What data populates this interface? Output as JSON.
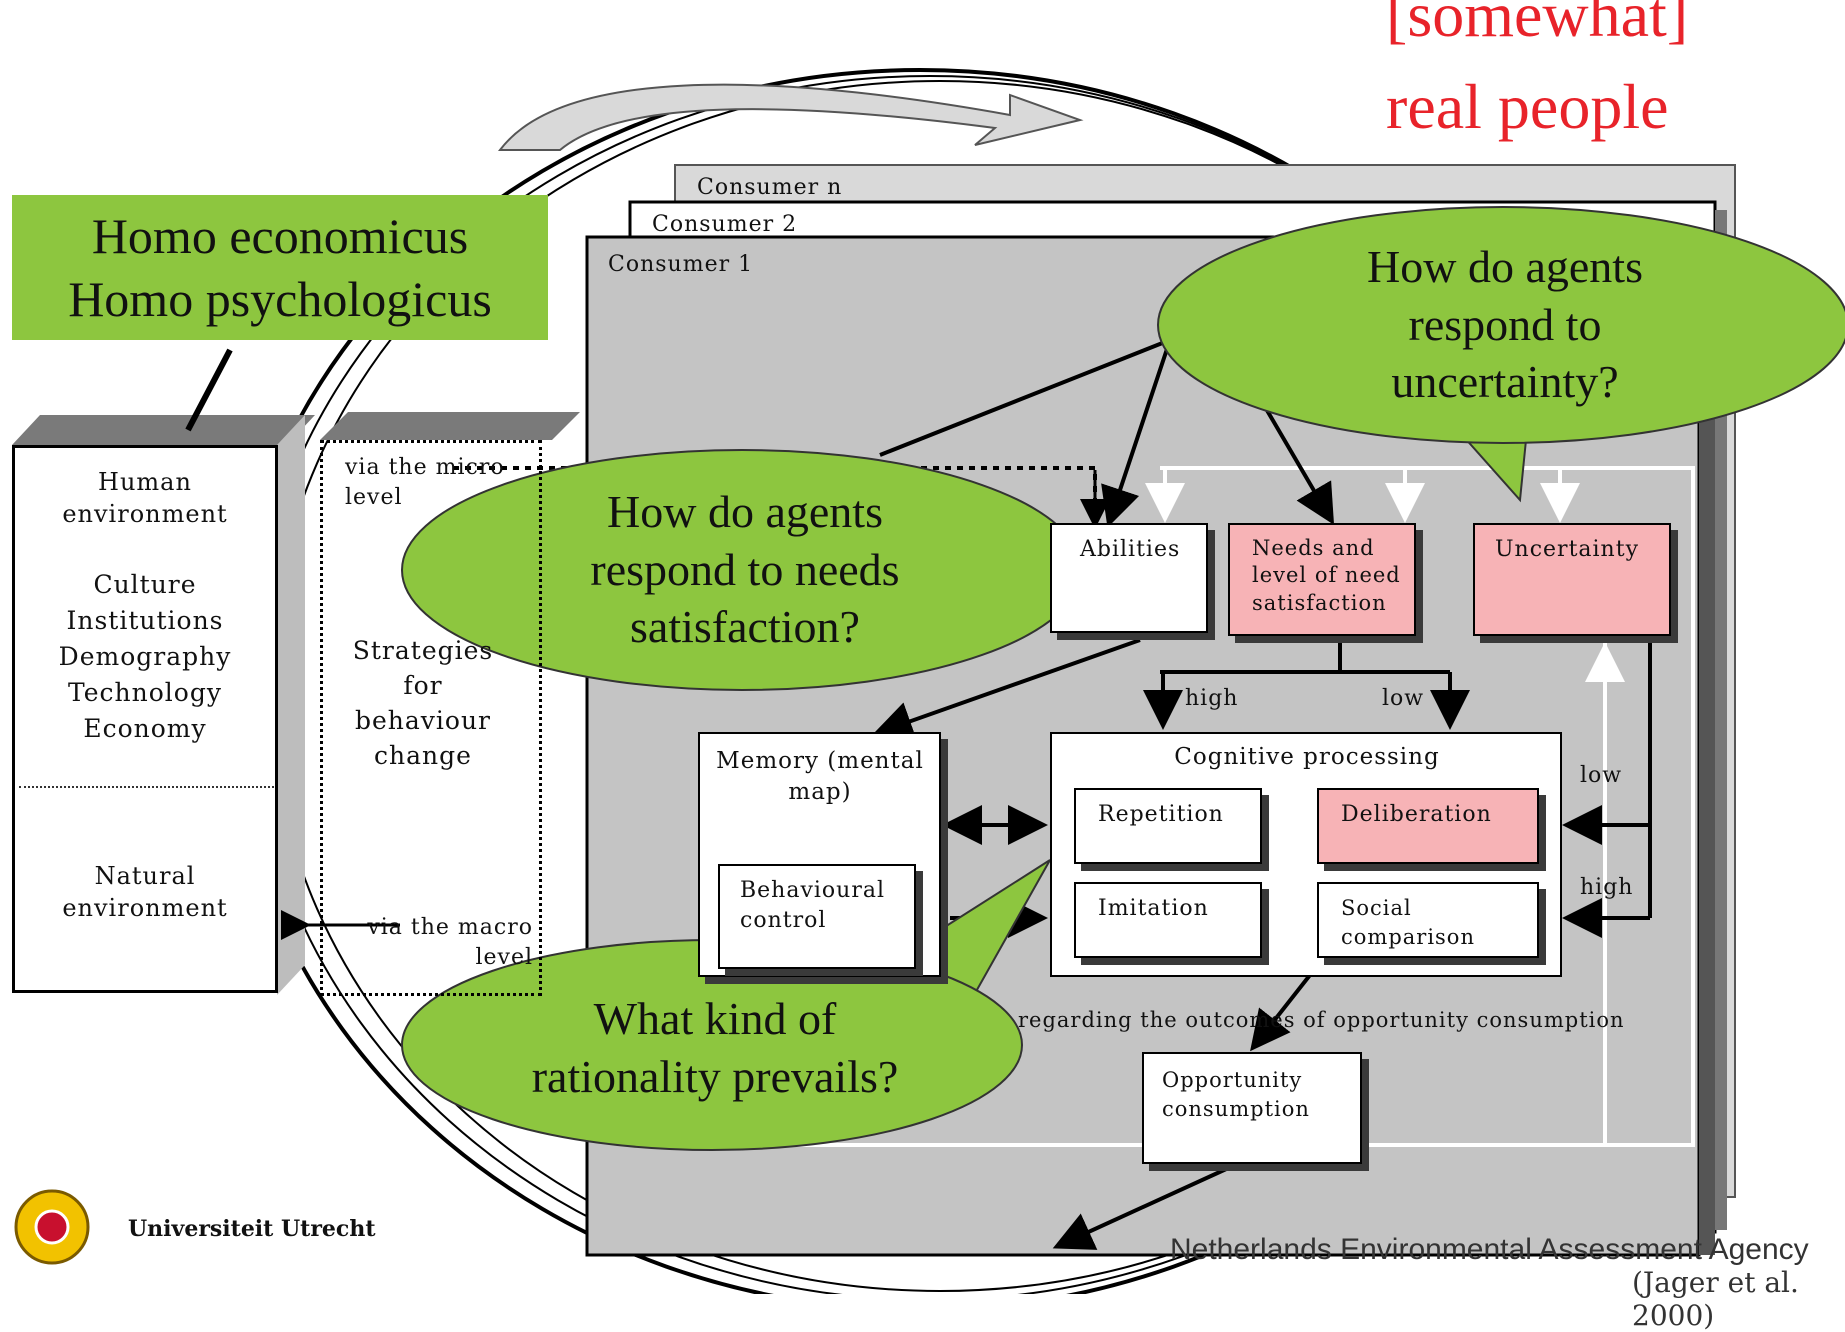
{
  "title": {
    "line1": "[somewhat]",
    "line2": "real people"
  },
  "green_label": {
    "line1": "Homo economicus",
    "line2": "Homo psychologicus"
  },
  "consumers": [
    "Consumer n",
    "Consumer 2",
    "Consumer 1"
  ],
  "environment": {
    "human": "Human environment",
    "items": [
      "Culture",
      "Institutions",
      "Demography",
      "Technology",
      "Economy"
    ],
    "natural": "Natural environment"
  },
  "strategies": {
    "via_micro": "via the micro level",
    "label": "Strategies for behaviour change",
    "via_macro": "via the macro level"
  },
  "model": {
    "abilities": "Abilities",
    "needs": "Needs and level of need satisfaction",
    "uncertainty": "Uncertainty",
    "high": "high",
    "low": "low",
    "memory": "Memory (mental map)",
    "behavioural_control": "Behavioural control",
    "cognitive_processing": "Cognitive processing",
    "repetition": "Repetition",
    "deliberation": "Deliberation",
    "imitation": "Imitation",
    "social_comparison": "Social comparison",
    "side_low": "low",
    "side_high": "high",
    "regarding": "regarding the outcomes of opportunity consumption",
    "opportunity": "Opportunity consumption"
  },
  "bubbles": {
    "uncertainty": "How do agents respond to uncertainty?",
    "needs": "How do agents respond to needs satisfaction?",
    "rationality": "What kind of rationality prevails?"
  },
  "footer": {
    "university": "Universiteit Utrecht",
    "agency": "Netherlands Environmental Assessment Agency",
    "citation": "(Jager et al. 2000)"
  },
  "colors": {
    "title_red": "#e8232a",
    "green": "#8dc63f",
    "pink": "#f7b3b6",
    "panel_gray": "#c4c4c4"
  }
}
